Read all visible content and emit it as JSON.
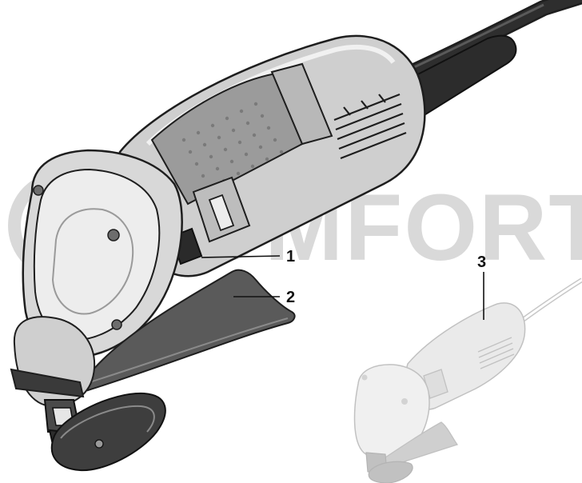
{
  "figure": {
    "callouts": [
      {
        "id": "1",
        "label": "1"
      },
      {
        "id": "2",
        "label": "2"
      },
      {
        "id": "3",
        "label": "3"
      }
    ]
  },
  "watermark": {
    "text": "KOMFORT"
  },
  "colors": {
    "tool_light": "#cfcfcf",
    "tool_mid": "#a9a9a9",
    "tool_dark": "#6f6f6f",
    "outline": "#1e1e1e",
    "rubber": "#3a3a3a",
    "watermark": "#d9d9d9",
    "ghost": "#b5b5b5"
  },
  "icons": {
    "main_tool": "metal-shear-icon",
    "small_tool": "metal-shear-icon"
  }
}
